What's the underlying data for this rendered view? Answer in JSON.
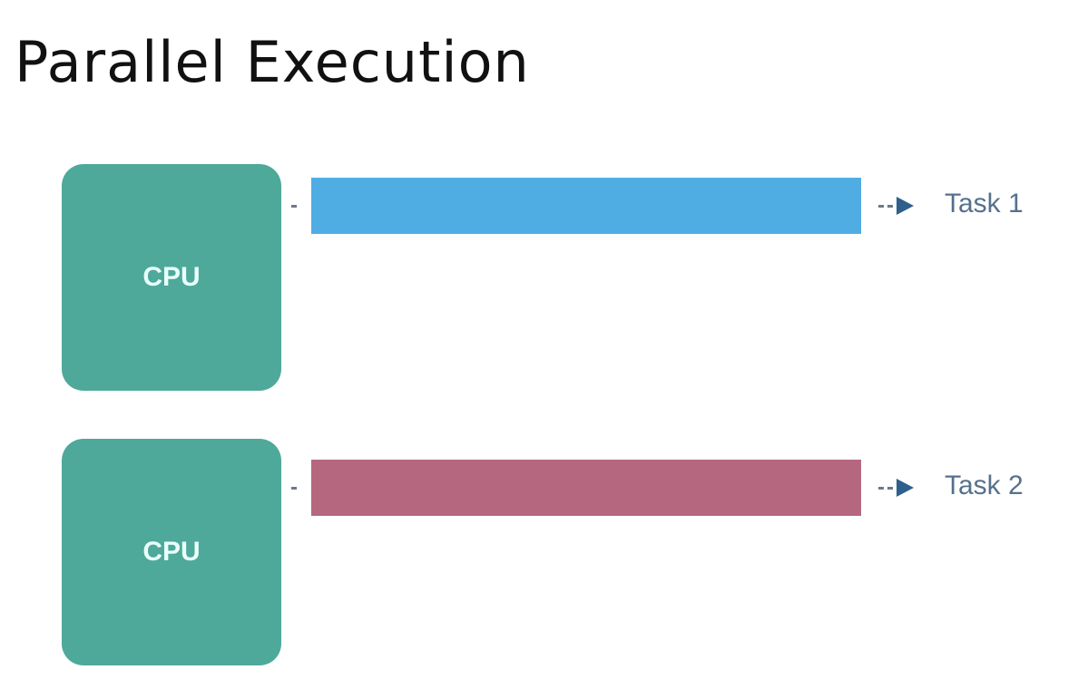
{
  "title": "Parallel Execution",
  "colors": {
    "cpu": "#4ea99a",
    "task1_bar": "#4fade4",
    "task2_bar": "#b5677f",
    "arrow": "#2f5f8c",
    "task_label": "#56708d"
  },
  "rows": [
    {
      "cpu_label": "CPU",
      "task_label": "Task 1",
      "bar_color": "#4fade4"
    },
    {
      "cpu_label": "CPU",
      "task_label": "Task 2",
      "bar_color": "#b5677f"
    }
  ]
}
